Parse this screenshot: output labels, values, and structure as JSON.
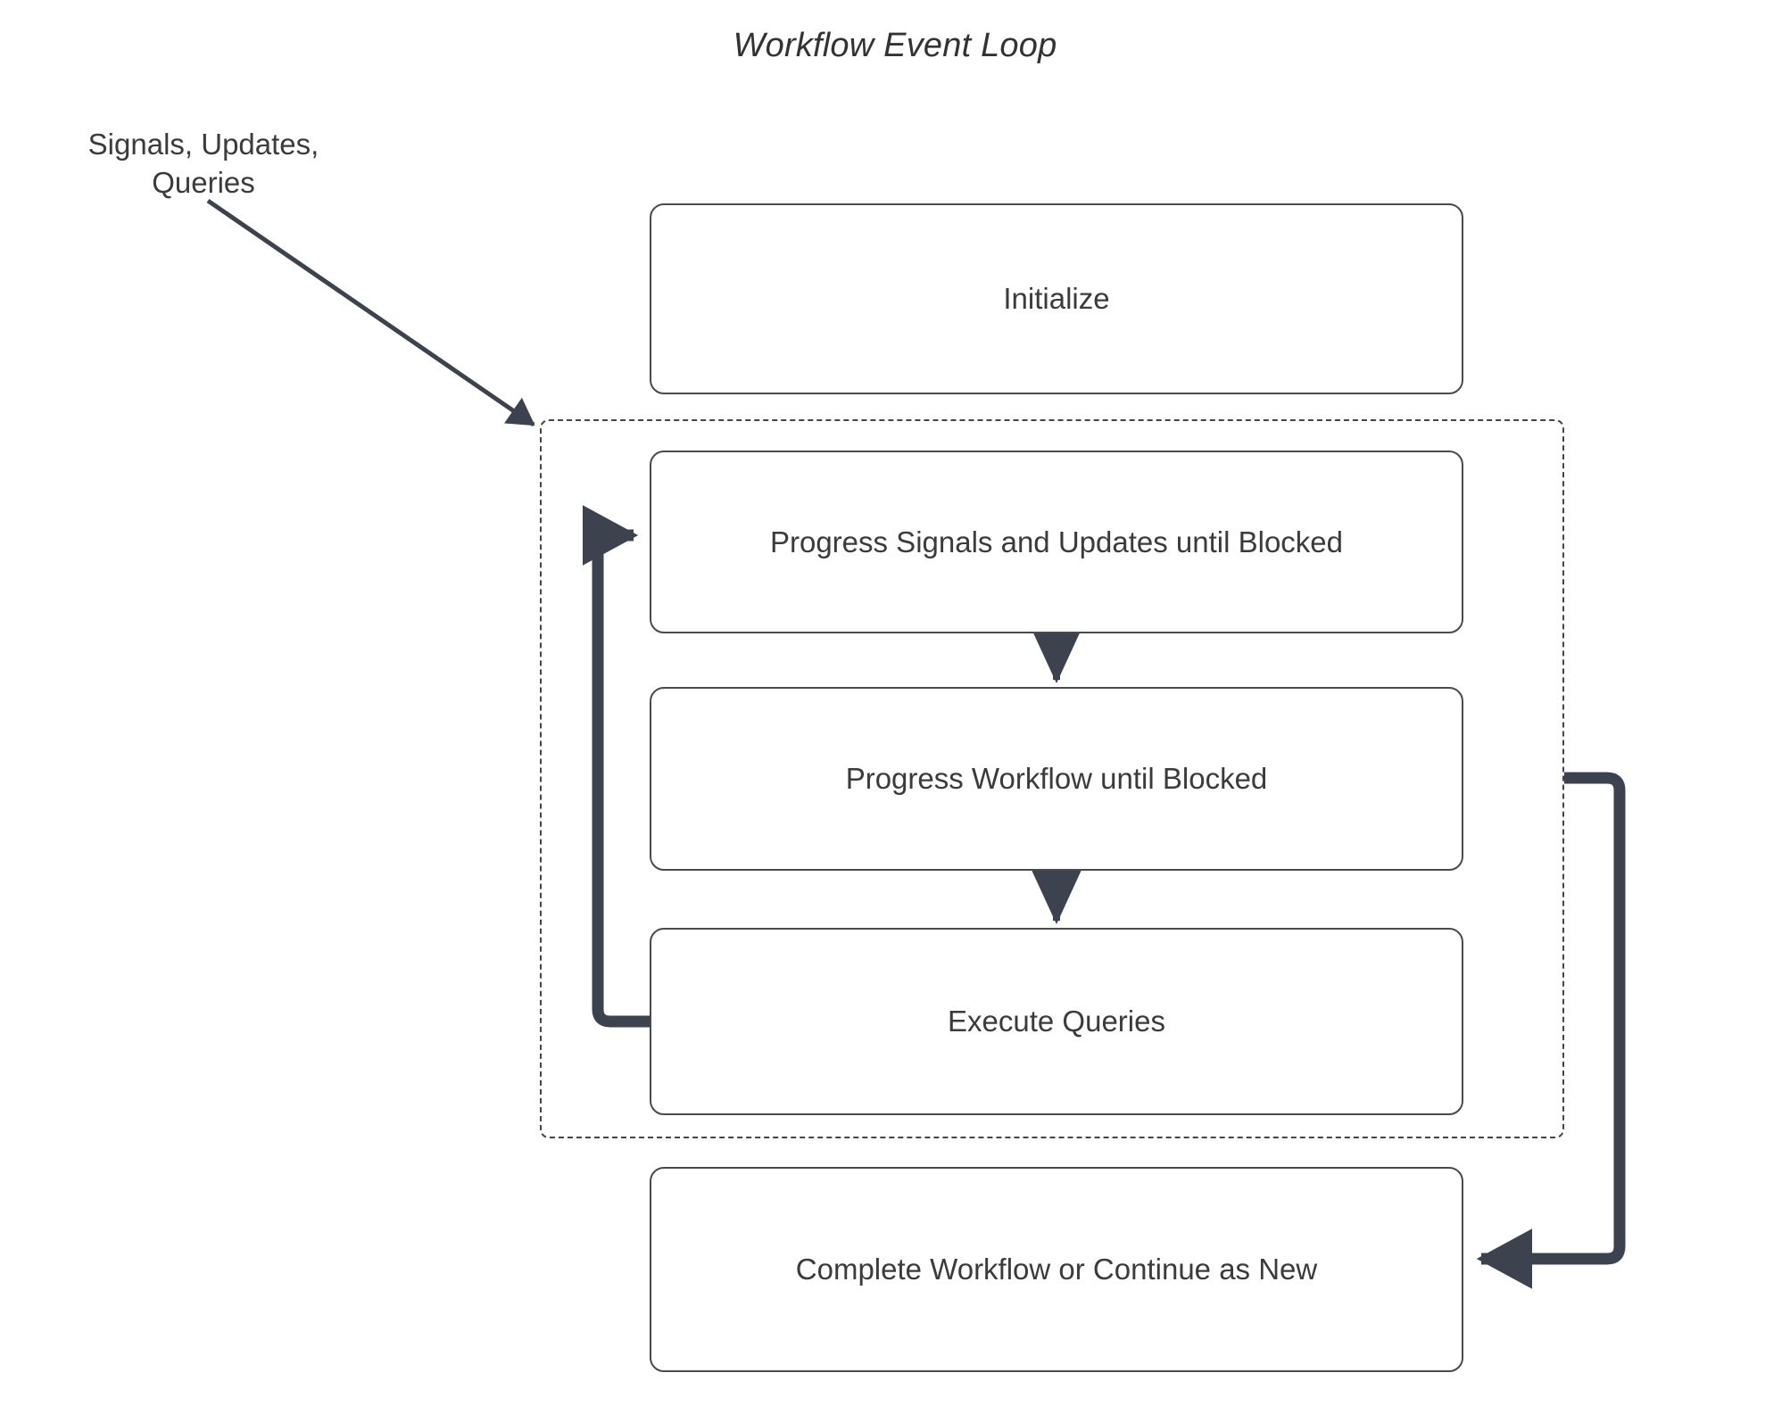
{
  "diagram": {
    "title": "Workflow Event Loop",
    "external_label": "Signals, Updates,\nQueries",
    "nodes": [
      {
        "id": "initialize",
        "label": "Initialize"
      },
      {
        "id": "progress-signals",
        "label": "Progress Signals and Updates until Blocked"
      },
      {
        "id": "progress-workflow",
        "label": "Progress Workflow until Blocked"
      },
      {
        "id": "execute-queries",
        "label": "Execute Queries"
      },
      {
        "id": "complete",
        "label": "Complete Workflow or Continue as New"
      }
    ],
    "group": {
      "id": "event-loop-group",
      "style": "dashed",
      "label": ""
    },
    "edges": [
      {
        "id": "signals-to-loop",
        "from": "Signals, Updates, Queries",
        "to": "event-loop-group",
        "label": "",
        "style": "solid-thin-diagonal"
      },
      {
        "id": "signals-to-workflow",
        "from": "progress-signals",
        "to": "progress-workflow",
        "label": "",
        "style": "solid-thin-vertical"
      },
      {
        "id": "workflow-to-queries",
        "from": "progress-workflow",
        "to": "execute-queries",
        "label": "",
        "style": "solid-thin-vertical"
      },
      {
        "id": "queries-back-to-signals",
        "from": "execute-queries",
        "to": "progress-signals",
        "label": "",
        "style": "thick-loop-left"
      },
      {
        "id": "loop-to-complete",
        "from": "event-loop-group",
        "to": "complete",
        "label": "",
        "style": "thick-loop-right"
      }
    ],
    "colors": {
      "background": "#ffffff",
      "node_border": "#4a4a4a",
      "node_fill": "#ffffff",
      "text": "#3b3b3b",
      "edge_thin": "#3c424e",
      "edge_thick": "#3c424e",
      "group_border": "#454545"
    }
  }
}
